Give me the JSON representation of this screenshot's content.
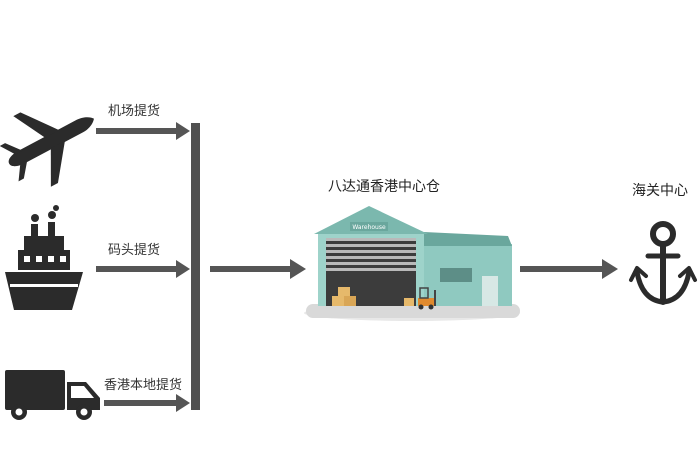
{
  "sources": [
    {
      "label": "机场提货",
      "icon": "airplane-icon"
    },
    {
      "label": "码头提货",
      "icon": "ship-icon"
    },
    {
      "label": "香港本地提货",
      "icon": "truck-icon"
    }
  ],
  "warehouse": {
    "title": "八达通香港中心仓",
    "sign": "Warehouse",
    "icon": "warehouse-icon"
  },
  "destination": {
    "title": "海关中心",
    "icon": "anchor-icon"
  },
  "colors": {
    "arrow": "#555555",
    "bar": "#505050",
    "warehouse": "#8fc9c0",
    "icon": "#2b2b2b"
  }
}
